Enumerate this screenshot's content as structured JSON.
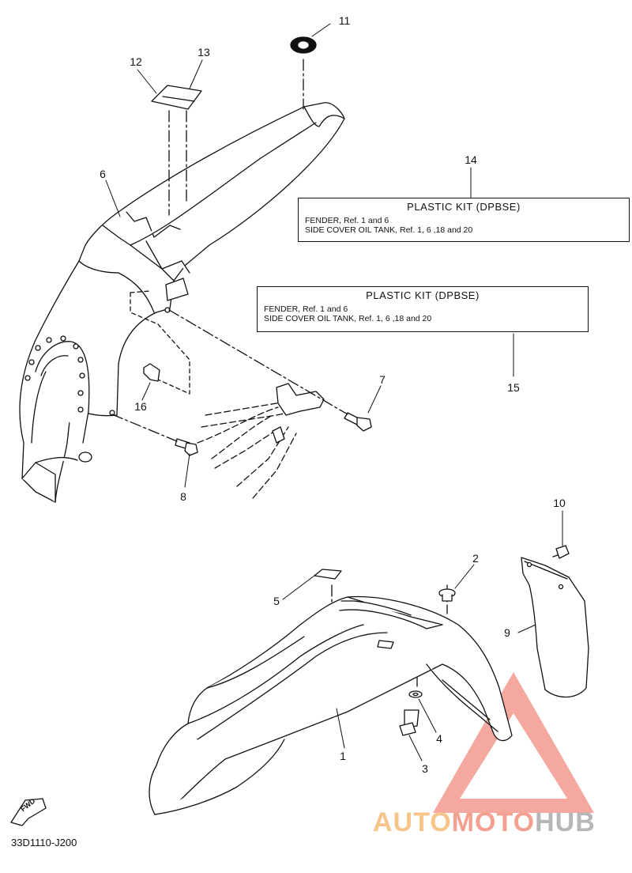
{
  "diagram_code": "33D1110-J200",
  "fwd_label": "FWD",
  "callouts": [
    {
      "id": "1",
      "label": "1"
    },
    {
      "id": "2",
      "label": "2"
    },
    {
      "id": "3",
      "label": "3"
    },
    {
      "id": "4",
      "label": "4"
    },
    {
      "id": "5",
      "label": "5"
    },
    {
      "id": "6",
      "label": "6"
    },
    {
      "id": "7",
      "label": "7"
    },
    {
      "id": "8",
      "label": "8"
    },
    {
      "id": "9",
      "label": "9"
    },
    {
      "id": "10",
      "label": "10"
    },
    {
      "id": "11",
      "label": "11"
    },
    {
      "id": "12",
      "label": "12"
    },
    {
      "id": "13",
      "label": "13"
    },
    {
      "id": "14",
      "label": "14"
    },
    {
      "id": "15",
      "label": "15"
    },
    {
      "id": "16",
      "label": "16"
    }
  ],
  "kits": [
    {
      "title": "PLASTIC KIT (DPBSE)",
      "lines": [
        "FENDER, Ref. 1 and 6",
        "SIDE COVER OIL TANK, Ref. 1, 6 ,18 and 20"
      ]
    },
    {
      "title": "PLASTIC KIT (DPBSE)",
      "lines": [
        "FENDER, Ref. 1 and 6",
        "SIDE COVER OIL TANK, Ref. 1, 6 ,18 and 20"
      ]
    }
  ],
  "watermark": {
    "part1": "AUTO",
    "part2": "MOTO",
    "part3": "HUB"
  },
  "colors": {
    "line": "#111111",
    "watermark_triangle": "#f28b80",
    "watermark_auto": "#f7c58a",
    "watermark_moto": "#f3a090",
    "watermark_hub": "#b7b7b7"
  }
}
